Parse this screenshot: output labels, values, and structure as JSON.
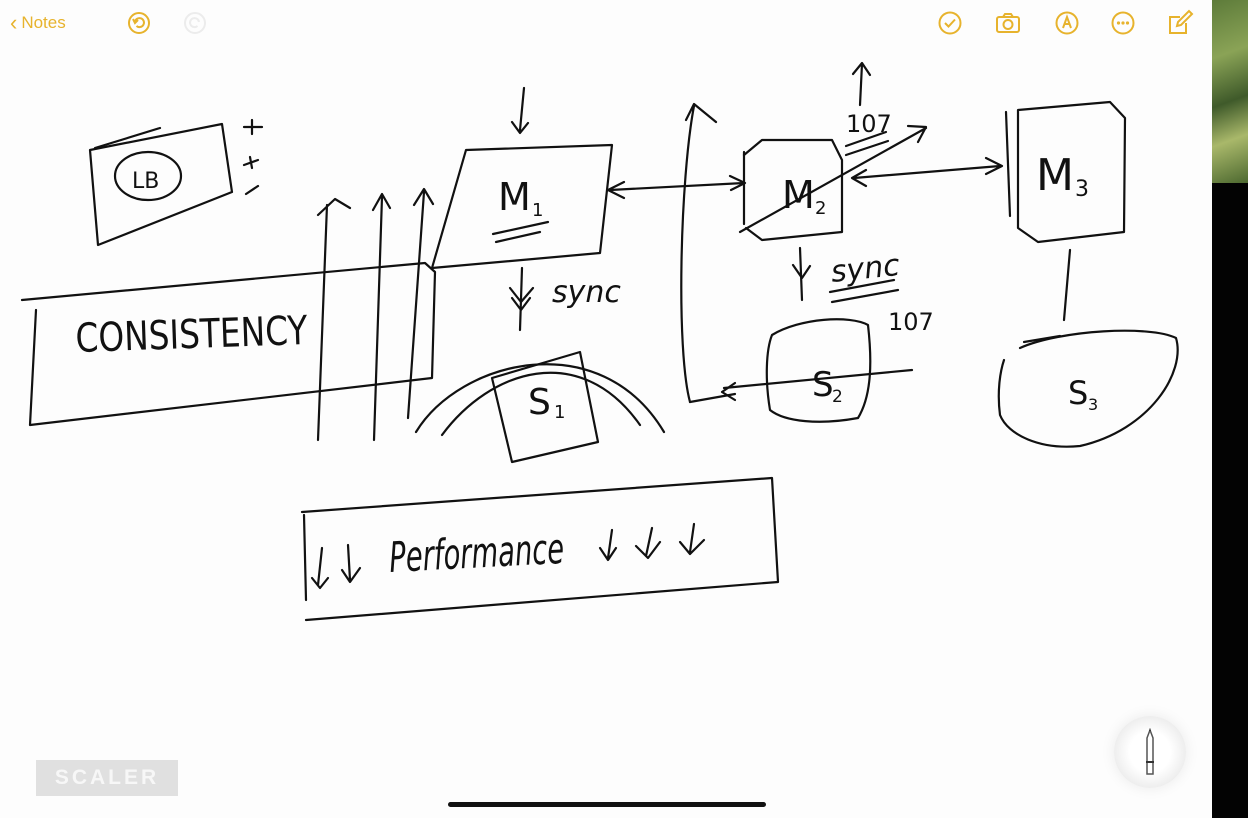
{
  "toolbar": {
    "back_label": "Notes",
    "icons": [
      "undo-icon",
      "redo-icon",
      "checklist-icon",
      "camera-icon",
      "markup-icon",
      "more-icon",
      "compose-icon"
    ],
    "accent": "#e7b32d"
  },
  "drawing": {
    "consistency_label": "CONSISTENCY",
    "performance_label": "Performance",
    "m1_label": "M",
    "m1_sub": "1",
    "m2_label": "M",
    "m2_sub": "2",
    "m3_label": "M",
    "m3_sub": "3",
    "s1_label": "S",
    "s1_sub": "1",
    "s2_label": "S",
    "s2_sub": "2",
    "s3_label": "S",
    "s3_sub": "3",
    "sync_label_1": "sync",
    "sync_label_2": "sync",
    "count_label_1": "107",
    "count_label_2": "107",
    "lb_label": "LB"
  },
  "watermark": "SCALER",
  "ink_color": "#111111"
}
